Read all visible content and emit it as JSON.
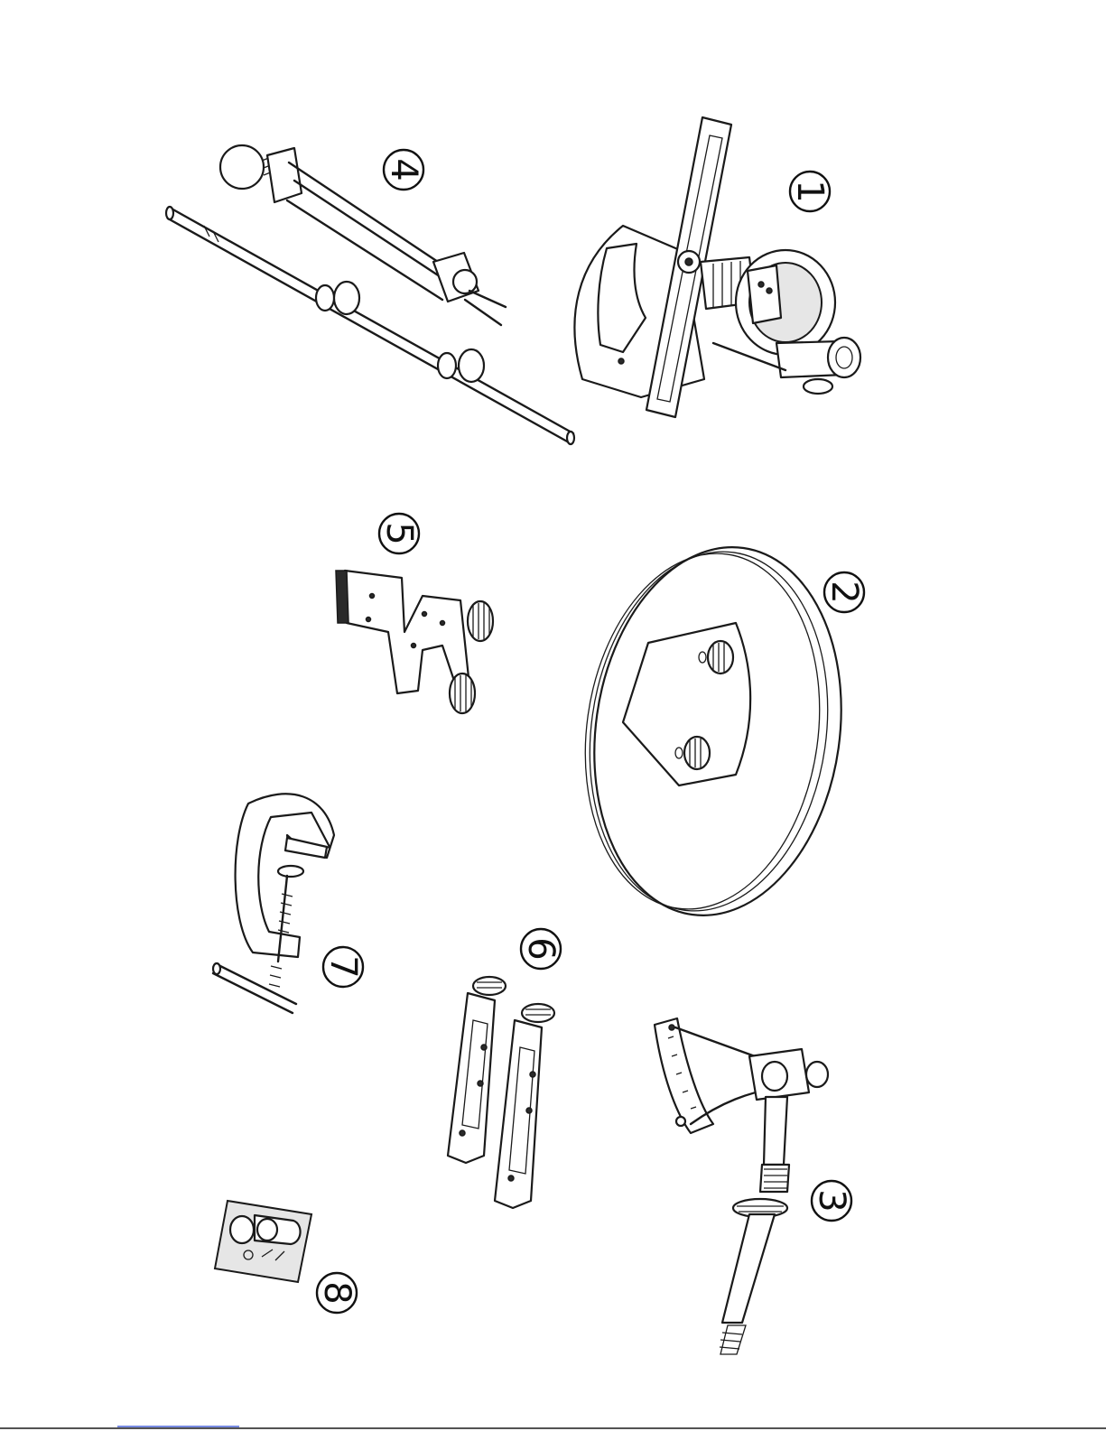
{
  "callouts": [
    {
      "id": 1,
      "label": "1"
    },
    {
      "id": 2,
      "label": "2"
    },
    {
      "id": 3,
      "label": "3"
    },
    {
      "id": 4,
      "label": "4"
    },
    {
      "id": 5,
      "label": "5"
    },
    {
      "id": 6,
      "label": "6"
    },
    {
      "id": 7,
      "label": "7"
    },
    {
      "id": 8,
      "label": "8"
    }
  ],
  "colors": {
    "ink": "#1a1a1a",
    "link": "#4a63d8",
    "paper": "#ffffff"
  }
}
